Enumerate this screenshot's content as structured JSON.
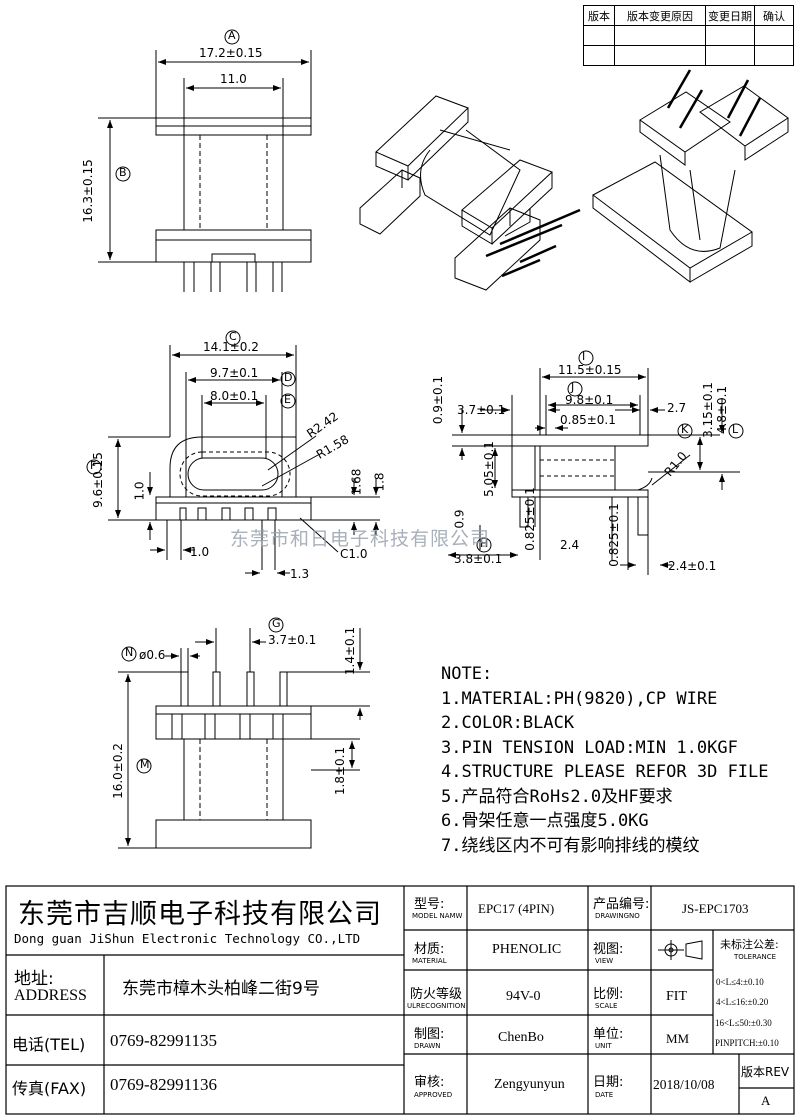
{
  "revision_table": {
    "headers": [
      "版本",
      "版本变更原因",
      "变更日期",
      "确认"
    ],
    "rows": [
      [
        "",
        "",
        "",
        ""
      ],
      [
        "",
        "",
        "",
        ""
      ]
    ]
  },
  "views": {
    "top_view": {
      "label_a": "A",
      "dim_a": "17.2±0.15",
      "dim_a_inner": "11.0",
      "label_b": "B",
      "dim_b": "16.3±0.15"
    },
    "side_view": {
      "label_c": "C",
      "dim_c": "14.1±0.2",
      "label_d": "D",
      "dim_d": "9.7±0.1",
      "label_e": "E",
      "dim_e": "8.0±0.1",
      "radius_1": "R2.42",
      "radius_2": "R1.58",
      "label_f": "F",
      "dim_f": "9.6±0.15",
      "dim_1_0_v": "1.0",
      "dim_1_68": "1.68",
      "dim_1_8": "1.8",
      "dim_1_0_h": "1.0",
      "dim_1_3": "1.3",
      "chamfer": "C1.0"
    },
    "front_view": {
      "label_i": "I",
      "dim_i": "11.5±0.15",
      "label_j": "J",
      "dim_j": "9.8±0.1",
      "dim_3_7": "3.7±0.1",
      "dim_0_85": "0.85±0.1",
      "dim_2_7": "2.7",
      "dim_0_9_top": "0.9±0.1",
      "label_k": "K",
      "dim_k": "3.15±0.1",
      "label_l": "L",
      "dim_l": "4.8±0.1",
      "dim_5_05": "5.05±0.1",
      "radius": "R1.0",
      "dim_0_9": "0.9",
      "dim_0_825_a": "0.825±0.1",
      "dim_0_825_b": "0.825±0.1",
      "dim_2_4_a": "2.4",
      "label_h": "H",
      "dim_h": "3.8±0.1",
      "dim_2_4_b": "2.4±0.1"
    },
    "pin_view": {
      "label_g": "G",
      "dim_g": "3.7±0.1",
      "label_n": "N",
      "dim_n": "ø0.6",
      "dim_1_4": "1.4±0.1",
      "label_m": "M",
      "dim_m": "16.0±0.2",
      "dim_1_8": "1.8±0.1"
    }
  },
  "watermark": "东莞市和日电子科技有限公司",
  "notes": {
    "title": "NOTE:",
    "items": [
      "1.MATERIAL:PH(9820),CP WIRE",
      "2.COLOR:BLACK",
      "3.PIN TENSION LOAD:MIN 1.0KGF",
      "4.STRUCTURE PLEASE REFOR 3D FILE",
      "5.产品符合RoHs2.0及HF要求",
      "6.骨架任意一点强度5.0KG",
      "7.绕线区内不可有影响排线的模纹"
    ]
  },
  "title_block": {
    "company_cn": "东莞市吉顺电子科技有限公司",
    "company_en": "Dong guan JiShun Electronic Technology CO.,LTD",
    "address_label": "地址:",
    "address_label_en": "ADDRESS",
    "address": "东莞市樟木头柏峰二街9号",
    "tel_label": "电话(TEL)",
    "tel": "0769-82991135",
    "fax_label": "传真(FAX)",
    "fax": "0769-82991136",
    "model_label": "型号:",
    "model_label_en": "MODEL NAMW",
    "model": "EPC17 (4PIN)",
    "drawingno_label": "产品编号:",
    "drawingno_label_en": "DRAWINGNO",
    "drawingno": "JS-EPC1703",
    "material_label": "材质:",
    "material_label_en": "MATERIAL",
    "material": "PHENOLIC",
    "view_label": "视图:",
    "view_label_en": "VIEW",
    "tolerance_label": "未标注公差:",
    "tolerance_label_en": "TOLERANCE",
    "tolerances": [
      "0<L≤4:±0.10",
      "4<L≤16:±0.20",
      "16<L≤50:±0.30",
      "PINPITCH:±0.10"
    ],
    "flame_label": "防火等级",
    "flame_label_en": "ULRECOGNITION",
    "flame": "94V-0",
    "scale_label": "比例:",
    "scale_label_en": "SCALE",
    "scale": "FIT",
    "drawn_label": "制图:",
    "drawn_label_en": "DRAWN",
    "drawn": "ChenBo",
    "unit_label": "单位:",
    "unit_label_en": "UNIT",
    "unit": "MM",
    "approved_label": "审核:",
    "approved_label_en": "APPROVED",
    "approved": "Zengyunyun",
    "date_label": "日期:",
    "date_label_en": "DATE",
    "date": "2018/10/08",
    "rev_label": "版本REV",
    "rev": "A"
  }
}
